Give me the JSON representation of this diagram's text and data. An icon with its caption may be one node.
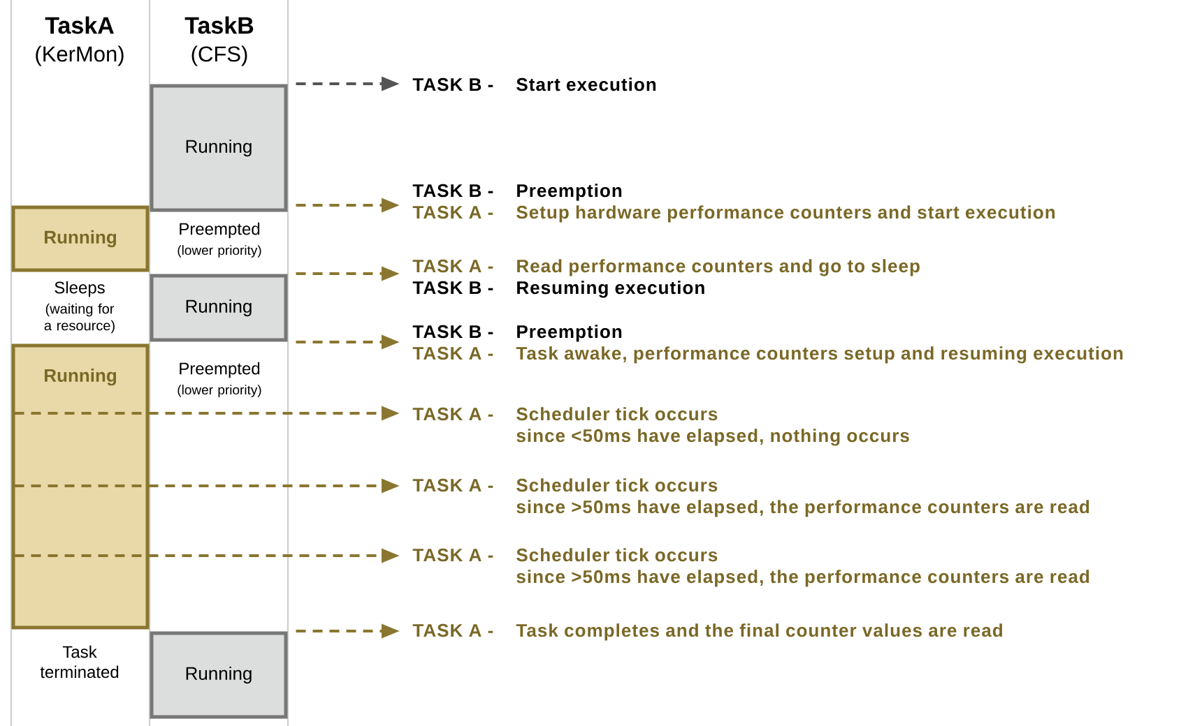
{
  "diagram": {
    "nodes": [
      {
        "text": [
          "Running"
        ]
      },
      {
        "text": [
          "Running"
        ]
      },
      {
        "text": [
          "Running"
        ]
      },
      {
        "text": [
          "Running"
        ]
      },
      {
        "text": [
          "Running"
        ]
      },
      {
        "text": [
          "TASK B -",
          "Start execution"
        ]
      },
      {
        "text": [
          "TASK B -",
          "Preemption",
          "TASK A -",
          "Setup hardware performance counters and start execution"
        ]
      },
      {
        "text": [
          "TASK A -",
          "Read performance counters and go to sleep",
          "TASK B -",
          "Resuming execution"
        ]
      },
      {
        "text": [
          "TASK B -",
          "Preemption",
          "TASK A -",
          "Task awake, performance counters setup and resuming execution"
        ]
      },
      {
        "text": [
          "TASK A -",
          "Scheduler tick occurs",
          "since <50ms have elapsed, nothing occurs"
        ]
      },
      {
        "text": [
          "TASK A -",
          "Scheduler tick occurs",
          "since >50ms have elapsed, the performance counters are read"
        ]
      },
      {
        "text": [
          "TASK A -",
          "Scheduler tick occurs",
          "since >50ms have elapsed, the performance counters are read"
        ]
      },
      {
        "text": [
          "TASK A -",
          "Task completes and the final counter values are read"
        ]
      }
    ],
    "edges": [
      {
        "from": 0,
        "to": 5,
        "arrow": "to",
        "style": "dashed",
        "color": "#555555"
      },
      {
        "from": 0,
        "to": 6,
        "arrow": "to",
        "style": "dashed"
      },
      {
        "from": 2,
        "to": 7,
        "arrow": "to",
        "style": "dashed"
      },
      {
        "from": 2,
        "to": 8,
        "arrow": "to",
        "style": "dashed"
      },
      {
        "from": 3,
        "to": 9,
        "arrow": "to",
        "style": "dashed"
      },
      {
        "from": 3,
        "to": 10,
        "arrow": "to",
        "style": "dashed"
      },
      {
        "from": 3,
        "to": 11,
        "arrow": "to",
        "style": "dashed"
      },
      {
        "from": 4,
        "to": 12,
        "arrow": "to",
        "style": "dashed"
      }
    ],
    "labels": [
      "TaskA",
      "(KerMon)",
      "TaskB",
      "(CFS)",
      "Preempted",
      "(lower priority)",
      "Sleeps",
      "(waiting for a resource)",
      "Preempted",
      "(lower priority)",
      "Task terminated"
    ]
  }
}
